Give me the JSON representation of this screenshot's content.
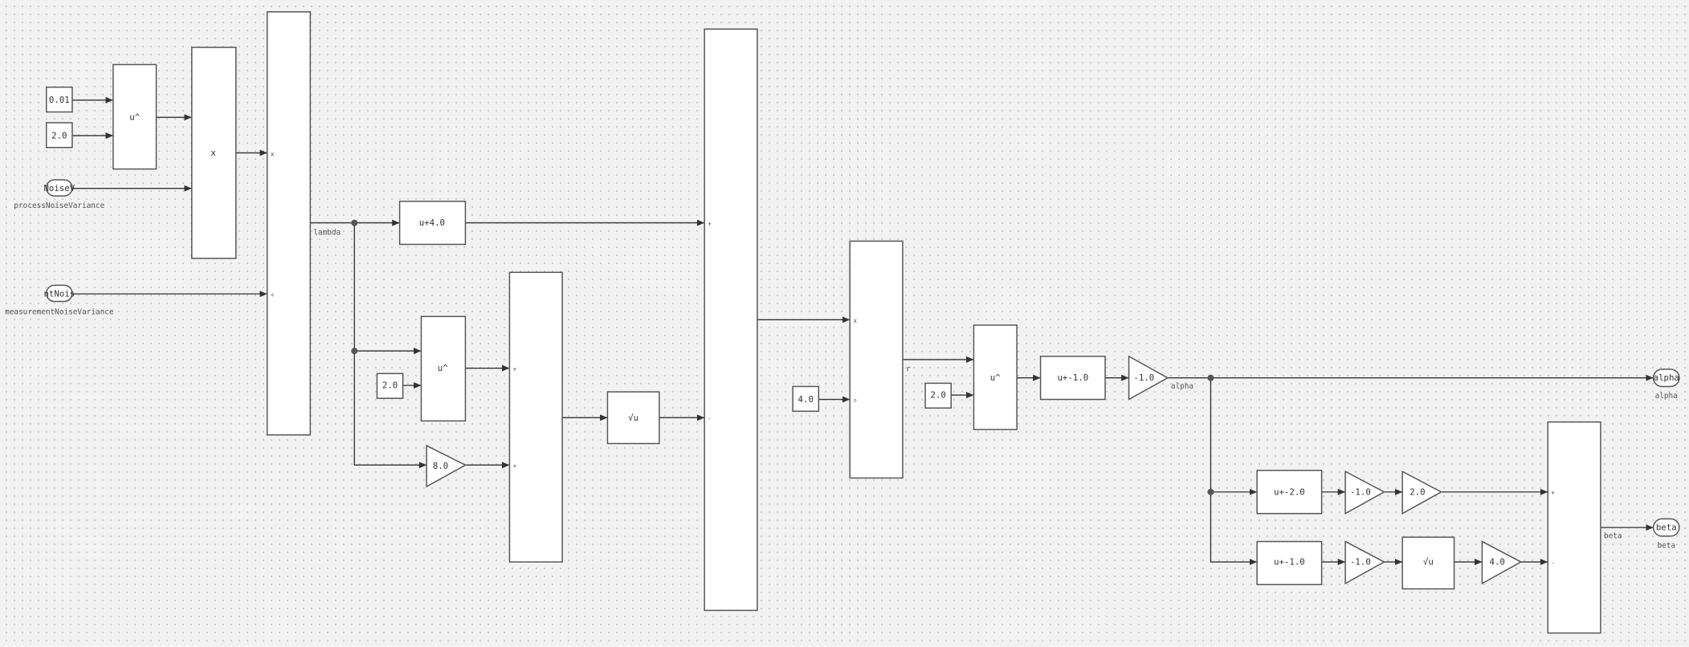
{
  "inputs": {
    "process_short": "NoiseV",
    "process_label": "processNoiseVariance",
    "measurement_short": "ntNois",
    "measurement_label": "measurementNoiseVariance"
  },
  "outputs": {
    "alpha_short": "alpha",
    "alpha_label": "alpha",
    "beta_short": "beta",
    "beta_label": "beta"
  },
  "constants": {
    "c1": "0.01",
    "c2": "2.0",
    "c3": "2.0",
    "c4": "4.0",
    "c5": "2.0"
  },
  "blocks": {
    "pow1": "u^",
    "product1": "x",
    "add4": "u+4.0",
    "pow2": "u^",
    "gain8": "8.0",
    "sqrt1": "√u",
    "pow3": "u^",
    "addm1": "u+-1.0",
    "gain_alpha": "-1.0",
    "addm2": "u+-2.0",
    "gain_m1a": "-1.0",
    "gain2": "2.0",
    "addm1b": "u+-1.0",
    "gain_m1b": "-1.0",
    "sqrt2": "√u",
    "gain4": "4.0"
  },
  "ports": {
    "mul": "x",
    "div": "÷",
    "plus": "+",
    "minus": "-"
  },
  "signals": {
    "lambda": "lambda",
    "r": "r",
    "alpha": "alpha",
    "beta": "beta"
  }
}
